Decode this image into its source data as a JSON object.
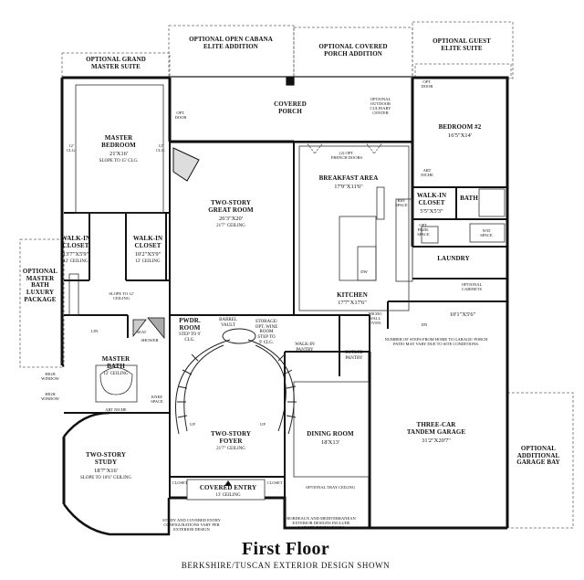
{
  "title": "First Floor",
  "subtitle": "BERKSHIRE/TUSCAN EXTERIOR DESIGN SHOWN",
  "rooms": {
    "optional_open_cabana": {
      "name": "OPTIONAL OPEN CABANA\nELITE ADDITION"
    },
    "optional_covered_porch": {
      "name": "OPTIONAL COVERED\nPORCH ADDITION"
    },
    "optional_guest_suite": {
      "name": "OPTIONAL GUEST\nELITE SUITE"
    },
    "optional_grand_master": {
      "name": "OPTIONAL GRAND\nMASTER SUITE"
    },
    "covered_porch": {
      "name": "COVERED\nPORCH"
    },
    "master_bedroom": {
      "name": "MASTER\nBEDROOM",
      "dim": "21'X16'",
      "note": "SLOPE TO 15' CLG."
    },
    "great_room": {
      "name": "TWO-STORY\nGREAT ROOM",
      "dim": "26'3\"X20'",
      "note": "21'7\" CEILING"
    },
    "breakfast_area": {
      "name": "BREAKFAST AREA",
      "dim": "17'9\"X11'6\""
    },
    "bedroom2": {
      "name": "BEDROOM #2",
      "dim": "16'5\"X14'"
    },
    "walkin_closet_guest": {
      "name": "WALK-IN\nCLOSET",
      "dim": "5'5\"X5'3\""
    },
    "bath": {
      "name": "BATH"
    },
    "laundry": {
      "name": "LAUNDRY"
    },
    "walkin_closet_1": {
      "name": "WALK-IN\nCLOSET",
      "dim": "13'7\"X5'9\"",
      "note": "12' CEILING"
    },
    "walkin_closet_2": {
      "name": "WALK-IN\nCLOSET",
      "dim": "10'2\"X5'9\"",
      "note": "12' CEILING"
    },
    "optional_master_bath": {
      "name": "OPTIONAL\nMASTER\nBATH\nLUXURY\nPACKAGE"
    },
    "kitchen": {
      "name": "KITCHEN",
      "dim": "17'7\"X17'6\""
    },
    "mud_area": {
      "dim": "10'1\"X5'6\""
    },
    "pwdr_room": {
      "name": "PWDR.\nROOM",
      "note": "STEP TO 9'\nCLG."
    },
    "barrel_vault": {
      "name": "BARREL\nVAULT"
    },
    "storage": {
      "name": "STORAGE/\nOPT. WINE\nROOM",
      "note": "STEP TO\n9' CLG."
    },
    "walkin_pantry": {
      "name": "WALK-IN\nPANTRY"
    },
    "butler_pantry": {
      "name": "BUTLER\nPANTRY"
    },
    "master_bath": {
      "name": "MASTER\nBATH",
      "note": "12' CEILING"
    },
    "dining_room": {
      "name": "DINING ROOM",
      "dim": "18'X13'"
    },
    "foyer": {
      "name": "TWO-STORY\nFOYER",
      "note": "21'7\" CEILING"
    },
    "study": {
      "name": "TWO-STORY\nSTUDY",
      "dim": "18'7\"X16'",
      "note": "SLOPE TO 10'6\" CEILING"
    },
    "garage": {
      "name": "THREE-CAR\nTANDEM GARAGE",
      "dim": "31'2\"X20'7\""
    },
    "optional_garage_bay": {
      "name": "OPTIONAL\nADDITIONAL\nGARAGE BAY"
    },
    "covered_entry": {
      "name": "COVERED ENTRY",
      "note": "13' CEILING"
    }
  },
  "labels": {
    "opt_door_left": "OPT.\nDOOR",
    "opt_door_right": "OPT.\nDOOR",
    "opt_outdoor_culinary": "OPTIONAL\nOUTDOOR\nCULINARY\nCENTER",
    "opt_french_doors": "(2) OPT.\nFRENCH DOORS",
    "art_niche_1": "ART\nNICHE",
    "ref_space": "REF.\nSPACE",
    "opt_frzr": "OPT.\nFRZR.\nSPACE",
    "wd_space": "W/D\nSPACE",
    "dw": "DW",
    "optional_cabinets": "OPTIONAL\nCABINETS",
    "micro_wall_oven": "MICRO\nWALL\nOVEN",
    "dn": "DN",
    "steps_note": "NUMBER OF STEPS FROM HOME TO GARAGE/ PORCH\nPATIO MAY VARY DUE TO SITE CONDITIONS.",
    "slope_12": "SLOPE TO 12'\nCEILING",
    "lin": "LIN.",
    "seat": "SEAT",
    "shower": "SHOWER",
    "high_window_1": "HIGH\nWINDOW",
    "high_window_2": "HIGH\nWINDOW",
    "knee_space": "KNEE\nSPACE",
    "art_niche_2": "ART NICHE",
    "clg_12_left": "12'\nCLG.",
    "clg_12_right": "12'\nCLG.",
    "up_left": "UP",
    "up_right": "UP",
    "closet_left": "CLOSET",
    "closet_right": "CLOSET",
    "optional_tray": "OPTIONAL TRAY CEILING",
    "study_note": "STUDY AND COVERED ENTRY\nCONFIGURATIONS VARY PER\nEXTERIOR DESIGN",
    "bordeaux_note": "BORDEAUX AND MEDITERRANEAN\nEXTERIOR DESIGNS INCLUDE\nLARGER DINING ROOM"
  }
}
